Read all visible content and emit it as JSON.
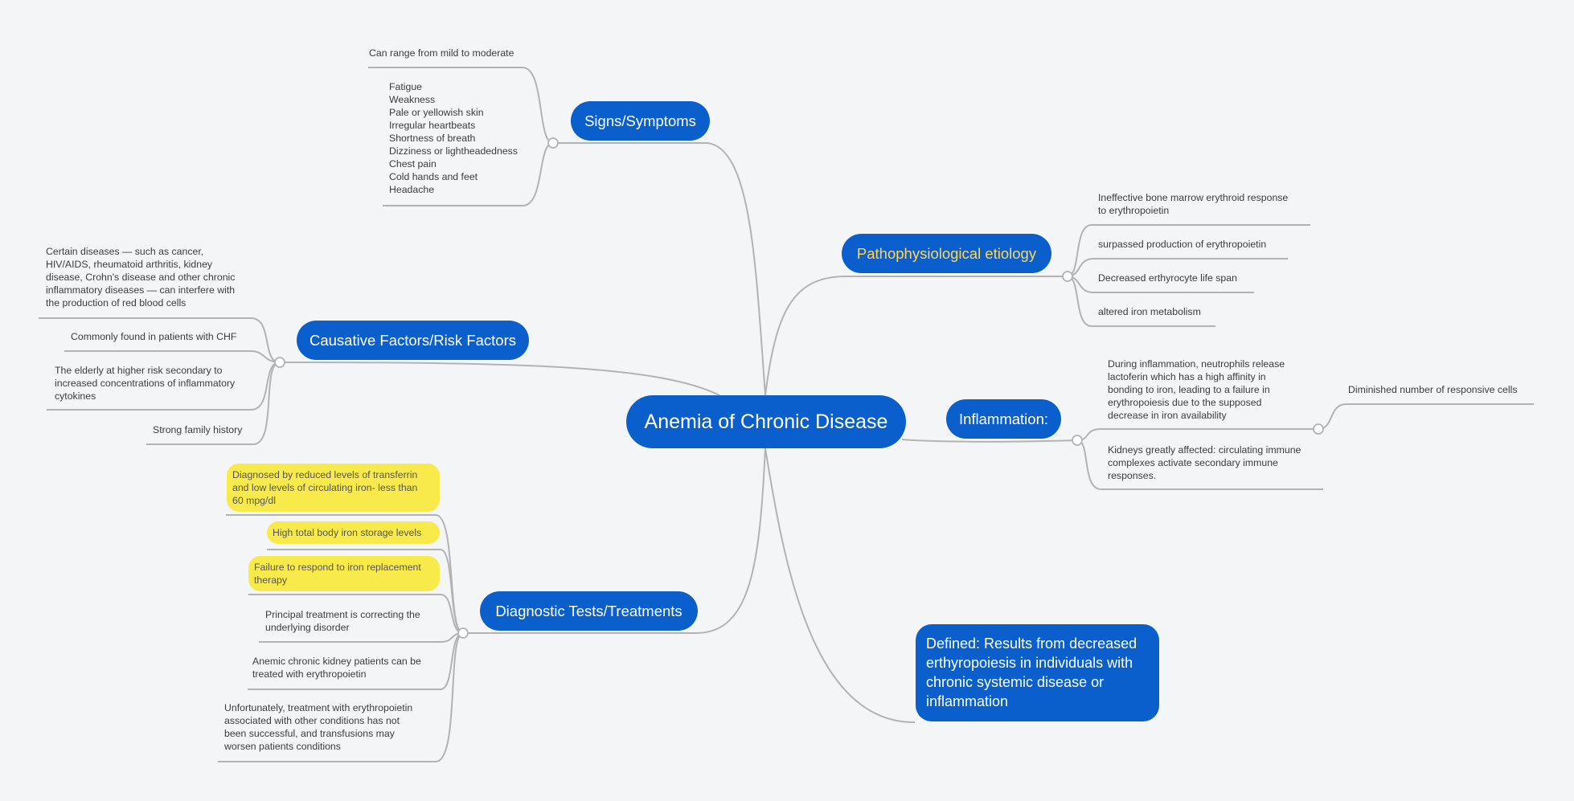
{
  "central": "Anemia of Chronic Disease",
  "colors": {
    "node_blue": "#0b5fcc",
    "highlight_yellow": "#f8ea4a",
    "connector_gray": "#b3b3b3",
    "pathophys_label": "#ffd65a"
  },
  "signs": {
    "title": "Signs/Symptoms",
    "range": "Can range from mild to moderate",
    "list": "Fatigue\nWeakness\nPale or yellowish skin\nIrregular heartbeats\nShortness of breath\nDizziness or lightheadedness\nChest pain\nCold hands and feet\nHeadache"
  },
  "causes": {
    "title": "Causative Factors/Risk Factors",
    "items": [
      "Certain diseases — such as cancer,\nHIV/AIDS, rheumatoid arthritis, kidney\ndisease, Crohn's disease and other chronic\ninflammatory diseases — can interfere with\nthe production of red blood cells",
      "Commonly found in patients with CHF",
      "The elderly at higher risk  secondary to\nincreased concentrations of inflammatory\ncytokines",
      "Strong family history"
    ]
  },
  "diagnostic": {
    "title": "Diagnostic Tests/Treatments",
    "items": [
      "Diagnosed by reduced levels of transferrin\nand  low levels of circulating iron- less than\n60 mpg/dl",
      "High total body iron storage levels",
      "Failure to respond to iron replacement\ntherapy",
      "Principal treatment is correcting the\nunderlying disorder",
      "Anemic chronic kidney patients can be\ntreated with erythropoietin",
      "Unfortunately, treatment with erythropoietin\nassociated with other conditions has not\nbeen successful, and transfusions may\nworsen patients conditions"
    ]
  },
  "pathophys": {
    "title": "Pathophysiological etiology",
    "items": [
      "Ineffective bone marrow erythroid response\nto erythropoietin",
      "surpassed production of erythropoietin",
      "Decreased erthyrocyte life span",
      "altered iron metabolism"
    ]
  },
  "inflammation": {
    "title": "Inflammation:",
    "items": [
      "During inflammation, neutrophils release\nlactoferin which has a high affinity in\nbonding to iron, leading to a failure in\nerythropoiesis due to the supposed\ndecrease in iron availability",
      "Kidneys greatly affected: circulating immune\ncomplexes activate secondary immune\nresponses."
    ],
    "subitem": "Diminished number of responsive cells"
  },
  "defined": "Defined: Results from decreased erthyropoiesis in individuals with chronic systemic disease or inflammation"
}
